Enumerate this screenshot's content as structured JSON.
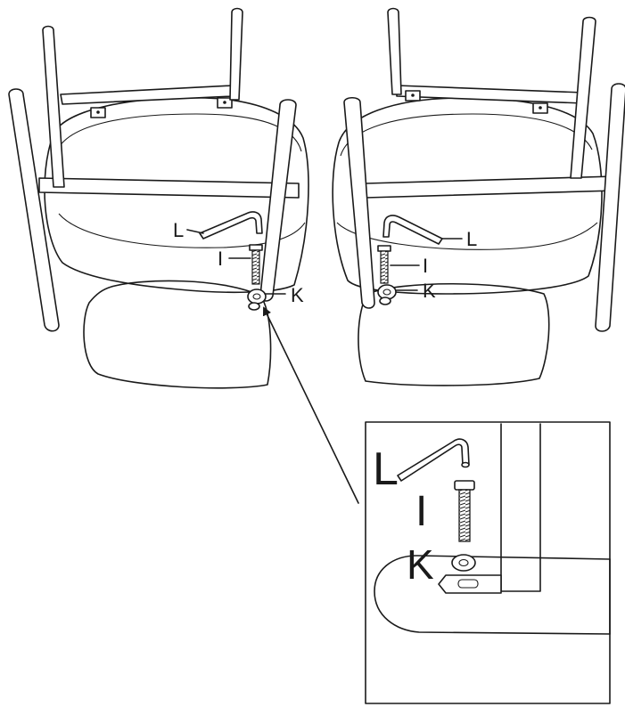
{
  "labels": {
    "hex_key": "L",
    "bolt": "I",
    "washer": "K"
  },
  "icons": {
    "hex_key": "hex-key-icon",
    "bolt": "bolt-icon",
    "washer": "washer-icon"
  },
  "colors": {
    "line": "#1a1a1a",
    "background": "#ffffff"
  }
}
